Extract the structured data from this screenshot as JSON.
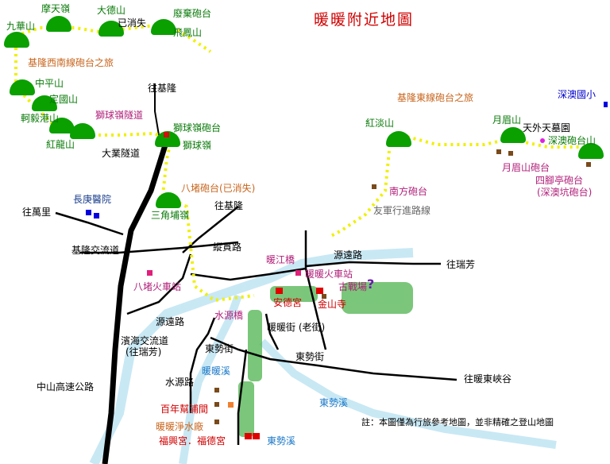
{
  "title": "暖暖附近地圖",
  "note": "註：本圖僅為行旅參考地圖，並非精確之登山地圖",
  "question_mark": "?",
  "labels": {
    "motianling": "摩天嶺",
    "dadeshan": "大德山",
    "yixiaoshi1": "已消失",
    "feiqi_paotai": "廢棄砲台",
    "jiuhuashan": "九華山",
    "feifengshan": "飛鳳山",
    "xinan_route": "基隆西南線砲台之旅",
    "zhongpingshan": "中平山",
    "dingguoshan": "定國山",
    "keyilianshan": "軻毅港山",
    "honglongshan": "紅龍山",
    "shiqiuling_tunnel": "獅球嶺隧道",
    "wang_jilong1": "往基隆",
    "shiqiuling_paotai": "獅球嶺砲台",
    "shiqiuling": "獅球嶺",
    "daye_tunnel": "大業隧道",
    "badu_paotai": "八堵砲台(已消失)",
    "changgeng": "長庚醫院",
    "wang_wanli": "往萬里",
    "sanjiaoling": "三角埔嶺",
    "wang_jilong2": "往基隆",
    "jilong_jiaoliu": "基隆交流道",
    "zongguan_rd": "縱貫路",
    "nuanjiang_bridge": "暖江橋",
    "yuanyuan_rd1": "源遠路",
    "wang_ruifang1": "往瑞芳",
    "nuannuan_station": "暖暖火車站",
    "gu_zhanchang": "古戰場",
    "badu_station": "八堵火車站",
    "andegong": "安德宮",
    "jinshansi": "金山寺",
    "shuiyuan_bridge": "水源橋",
    "yuanyuan_rd2": "源遠路",
    "nuannuan_st": "暖暖街 (老街)",
    "binhai_jiaoliu": "濱海交流道",
    "wang_ruifang2": "(往瑞芳)",
    "dongshi_st1": "東勢街",
    "dongshi_st2": "東勢街",
    "nuannuan_creek": "暖暖溪",
    "shuiyuan_rd": "水源路",
    "zhongshan_fwy": "中山高速公路",
    "wang_dongxiagu": "往暖東峽谷",
    "bainian_dam": "百年幫浦間",
    "jingshui_plant": "暖暖淨水廠",
    "fuxinggong": "福興宮．福德宮",
    "dongshi_creek1": "東勢溪",
    "dongshi_creek2": "東勢溪",
    "dong_route": "基隆東線砲台之旅",
    "shenao_school": "深澳國小",
    "hongdanshan": "紅淡山",
    "yuemeishan": "月眉山",
    "tianwai_tomb": "天外天墓園",
    "shenao_paotai_shan": "深澳砲台山",
    "yuemei_paotai": "月眉山砲台",
    "nanfang_paotai": "南方砲台",
    "youjun_route": "友軍行進路線",
    "sijiaoting_paotai": "四腳亭砲台",
    "shenaokeng_paotai": "(深澳坑砲台)"
  },
  "colors": {
    "mountain": "#0aa000",
    "trail_dot": "#f0f000",
    "road": "#000000",
    "river": "#c8e8f4",
    "ruins": "#7a4a1a",
    "forest": "#5ab85a"
  }
}
